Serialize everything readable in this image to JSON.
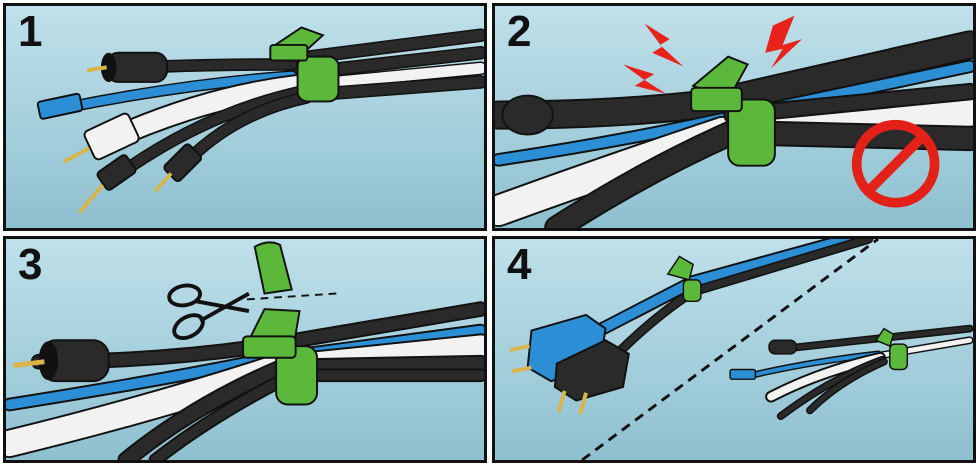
{
  "panels": [
    {
      "number": "1"
    },
    {
      "number": "2"
    },
    {
      "number": "3"
    },
    {
      "number": "4"
    }
  ],
  "colors": {
    "tie_green": "#5cb83a",
    "cable_black": "#2a2a2a",
    "cable_blue": "#2c8fd6",
    "cable_white": "#f2f2f2",
    "prohibited_red": "#e32119",
    "lightning_red": "#e8231b"
  },
  "icons": [
    "scissors-icon",
    "lightning-icon",
    "prohibited-icon",
    "plug-icon"
  ]
}
